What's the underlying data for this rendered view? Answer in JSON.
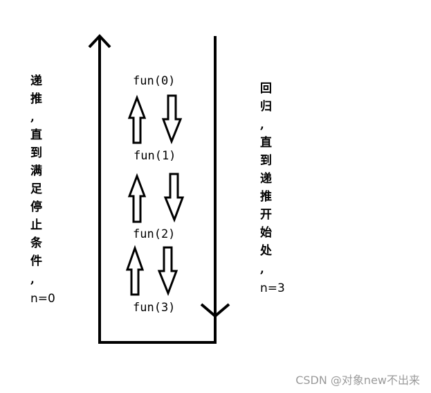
{
  "frames": [
    {
      "label": "fun(0)"
    },
    {
      "label": "fun(1)"
    },
    {
      "label": "fun(2)"
    },
    {
      "label": "fun(3)"
    }
  ],
  "left_note": {
    "chars": [
      "递",
      "推",
      ",",
      "直",
      "到",
      "满",
      "足",
      "停",
      "止",
      "条",
      "件",
      ","
    ],
    "tail": "n=0"
  },
  "right_note": {
    "chars": [
      "回",
      "归",
      ",",
      "直",
      "到",
      "递",
      "推",
      "开",
      "始",
      "处",
      ","
    ],
    "tail": "n=3"
  },
  "watermark": "CSDN @对象new不出来",
  "colors": {
    "ink": "#000000",
    "watermark": "#9a9a9a"
  }
}
